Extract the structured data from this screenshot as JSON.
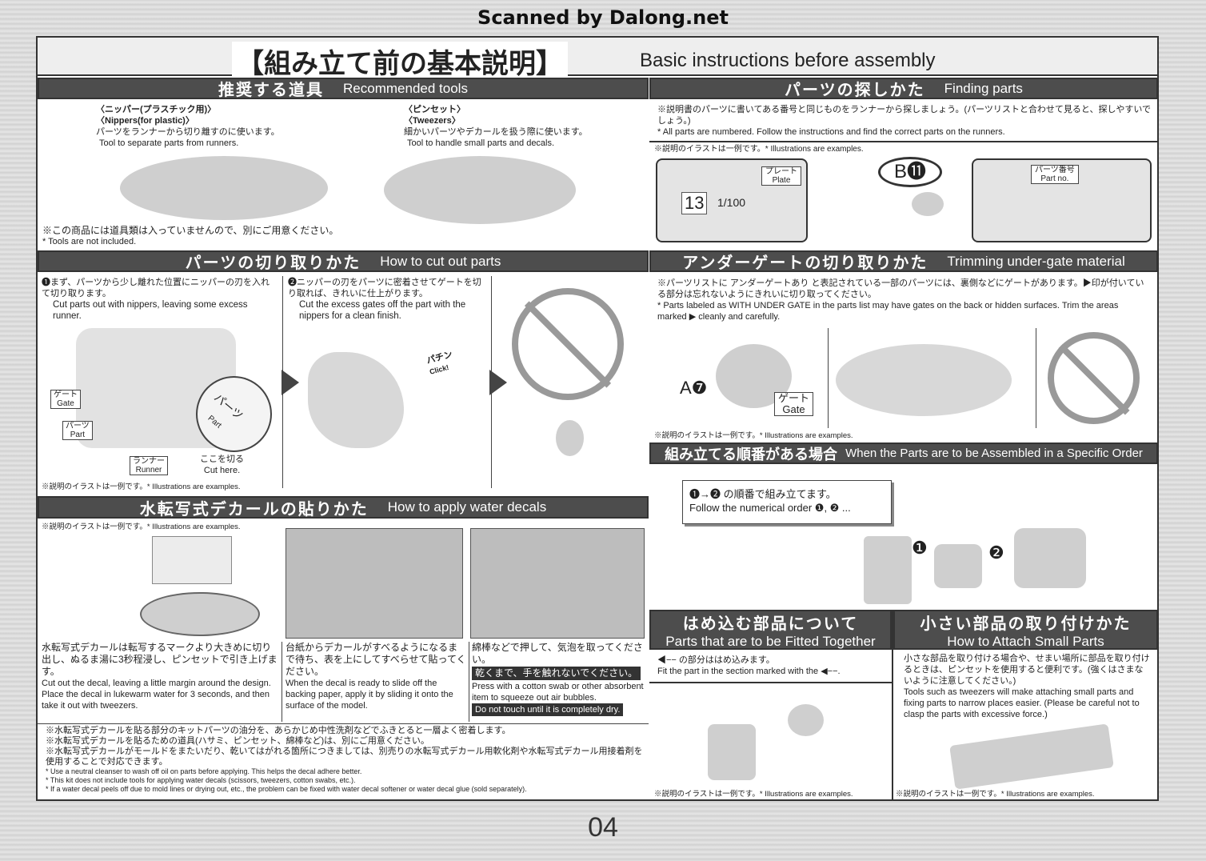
{
  "scan_credit": "Scanned by Dalong.net",
  "title": {
    "jp": "【組み立て前の基本説明】",
    "en": "Basic instructions before assembly"
  },
  "tools": {
    "header_jp": "推奨する道具",
    "header_en": "Recommended tools",
    "nippers": {
      "jp_name": "〈ニッパー(プラスチック用)〉",
      "en_name": "〈Nippers(for plastic)〉",
      "jp_desc": "パーツをランナーから切り離すのに使います。",
      "en_desc": "Tool to separate parts from runners."
    },
    "tweezers": {
      "jp_name": "〈ピンセット〉",
      "en_name": "〈Tweezers〉",
      "jp_desc": "細かいパーツやデカールを扱う際に使います。",
      "en_desc": "Tool to handle small parts and decals."
    },
    "note_jp": "※この商品には道具類は入っていませんので、別にご用意ください。",
    "note_en": "* Tools are not included."
  },
  "finding": {
    "header_jp": "パーツの探しかた",
    "header_en": "Finding parts",
    "jp": "※説明書のパーツに書いてある番号と同じものをランナーから探しましょう。(パーツリストと合わせて見ると、探しやすいでしょう。)",
    "en": "* All parts are numbered. Follow the instructions and find the correct parts on the runners.",
    "example": "※説明のイラストは一例です。* Illustrations are examples.",
    "plate_jp": "プレート",
    "plate_en": "Plate",
    "part_no_jp": "パーツ番号",
    "part_no_en": "Part no.",
    "callout": "B⓫",
    "plate_number": "13",
    "scale": "1/100"
  },
  "cutting": {
    "header_jp": "パーツの切り取りかた",
    "header_en": "How to cut out parts",
    "step1_jp": "❶まず、パーツから少し離れた位置にニッパーの刃を入れて切り取ります。",
    "step1_en": "Cut parts out with nippers, leaving some excess runner.",
    "step2_jp": "❷ニッパーの刃をパーツに密着させてゲートを切り取れば、きれいに仕上がります。",
    "step2_en": "Cut the excess gates off the part with the nippers for a clean finish.",
    "gate_jp": "ゲート",
    "gate_en": "Gate",
    "part_jp": "パーツ",
    "part_en": "Part",
    "runner_jp": "ランナー",
    "runner_en": "Runner",
    "part_large_jp": "パーツ",
    "part_large_en": "Part",
    "cut_here_jp": "ここを切る",
    "cut_here_en": "Cut here.",
    "click_jp": "パチン",
    "click_en": "Click!",
    "example": "※説明のイラストは一例です。* Illustrations are examples."
  },
  "undergate": {
    "header_jp": "アンダーゲートの切り取りかた",
    "header_en": "Trimming under-gate material",
    "jp": "※パーツリストに アンダーゲートあり と表記されている一部のパーツには、裏側などにゲートがあります。▶印が付いている部分は忘れないようにきれいに切り取ってください。",
    "en": "* Parts labeled as WITH UNDER GATE in the parts list may have gates on the back or hidden surfaces. Trim the areas marked ▶ cleanly and carefully.",
    "part_label": "A❼",
    "gate_jp": "ゲート",
    "gate_en": "Gate",
    "example": "※説明のイラストは一例です。* Illustrations are examples."
  },
  "order": {
    "header_jp": "組み立てる順番がある場合",
    "header_en": "When the Parts are to be Assembled in a Specific Order",
    "jp": "❶→❷ の順番で組み立てます。",
    "en": "Follow the numerical order ❶, ❷ ...",
    "step1": "❶",
    "step2": "❷"
  },
  "decals": {
    "header_jp": "水転写式デカールの貼りかた",
    "header_en": "How to apply water decals",
    "example": "※説明のイラストは一例です。* Illustrations are examples.",
    "step1_jp": "水転写式デカールは転写するマークより大きめに切り出し、ぬるま湯に3秒程浸し、ピンセットで引き上げます。",
    "step1_en": "Cut out the decal, leaving a little margin around the design. Place the decal in lukewarm water for 3 seconds, and then take it out with tweezers.",
    "step2_jp": "台紙からデカールがすべるようになるまで待ち、表を上にしてすべらせて貼ってください。",
    "step2_en": "When the decal is ready to slide off the backing paper, apply it by sliding it onto the surface of the model.",
    "step3_jp": "綿棒などで押して、気泡を取ってください。",
    "step3_warn_jp": "乾くまで、手を触れないでください。",
    "step3_en": "Press with a cotton swab or other absorbent item to squeeze out air bubbles.",
    "step3_warn_en": "Do not touch until it is completely dry.",
    "notes_jp": [
      "※水転写式デカールを貼る部分のキットパーツの油分を、あらかじめ中性洗剤などでふきとると一層よく密着します。",
      "※水転写式デカールを貼るための道具(ハサミ、ピンセット、綿棒など)は、別にご用意ください。",
      "※水転写式デカールがモールドをまたいだり、乾いてはがれる箇所につきましては、別売りの水転写式デカール用軟化剤や水転写式デカール用接着剤を使用することで対応できます。"
    ],
    "notes_en": [
      "* Use a neutral cleanser to wash off oil on parts before applying. This helps the decal adhere better.",
      "* This kit does not include tools for applying water decals (scissors, tweezers, cotton swabs, etc.).",
      "* If a water decal peels off due to mold lines or drying out, etc., the problem can be fixed with water decal softener or water decal glue (sold separately)."
    ]
  },
  "fitted": {
    "header_jp": "はめ込む部品について",
    "header_en": "Parts that are to be Fitted Together",
    "jp": "◀−− の部分ははめ込みます。",
    "en": "Fit the part in the section marked with the ◀−−.",
    "example": "※説明のイラストは一例です。* Illustrations are examples."
  },
  "small": {
    "header_jp": "小さい部品の取り付けかた",
    "header_en": "How to Attach Small Parts",
    "jp": "小さな部品を取り付ける場合や、せまい場所に部品を取り付けるときは、ピンセットを使用すると便利です。(強くはさまないように注意してください。)",
    "en": "Tools such as tweezers will make attaching small parts and fixing parts to narrow places easier. (Please be careful not to clasp the parts with excessive force.)",
    "example": "※説明のイラストは一例です。* Illustrations are examples."
  },
  "page_number": "04"
}
